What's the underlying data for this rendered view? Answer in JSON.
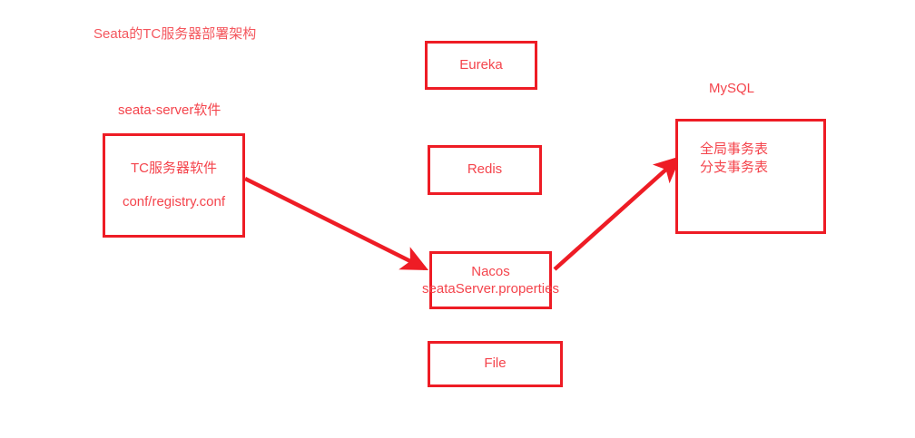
{
  "diagram": {
    "title": "Seata的TC服务器部署架构",
    "accent_color": "#ee1c25",
    "text_color": "#f4444c",
    "background": "#ffffff",
    "captions": {
      "seata_server": "seata-server软件",
      "mysql": "MySQL"
    },
    "nodes": {
      "tc_server": {
        "line1": "TC服务器软件",
        "line2": "conf/registry.conf"
      },
      "eureka": {
        "label": "Eureka"
      },
      "redis": {
        "label": "Redis"
      },
      "nacos": {
        "line1": "Nacos",
        "line2": "seataServer.properties"
      },
      "file": {
        "label": "File"
      },
      "mysql": {
        "line1": "全局事务表",
        "line2": "分支事务表"
      }
    },
    "connections": [
      {
        "name": "tc-server-to-nacos",
        "from": "tc_server",
        "to": "nacos",
        "style": "solid-arrow",
        "color": "#ee1c25"
      },
      {
        "name": "nacos-to-mysql",
        "from": "nacos",
        "to": "mysql",
        "style": "solid-arrow",
        "color": "#ee1c25"
      }
    ]
  }
}
